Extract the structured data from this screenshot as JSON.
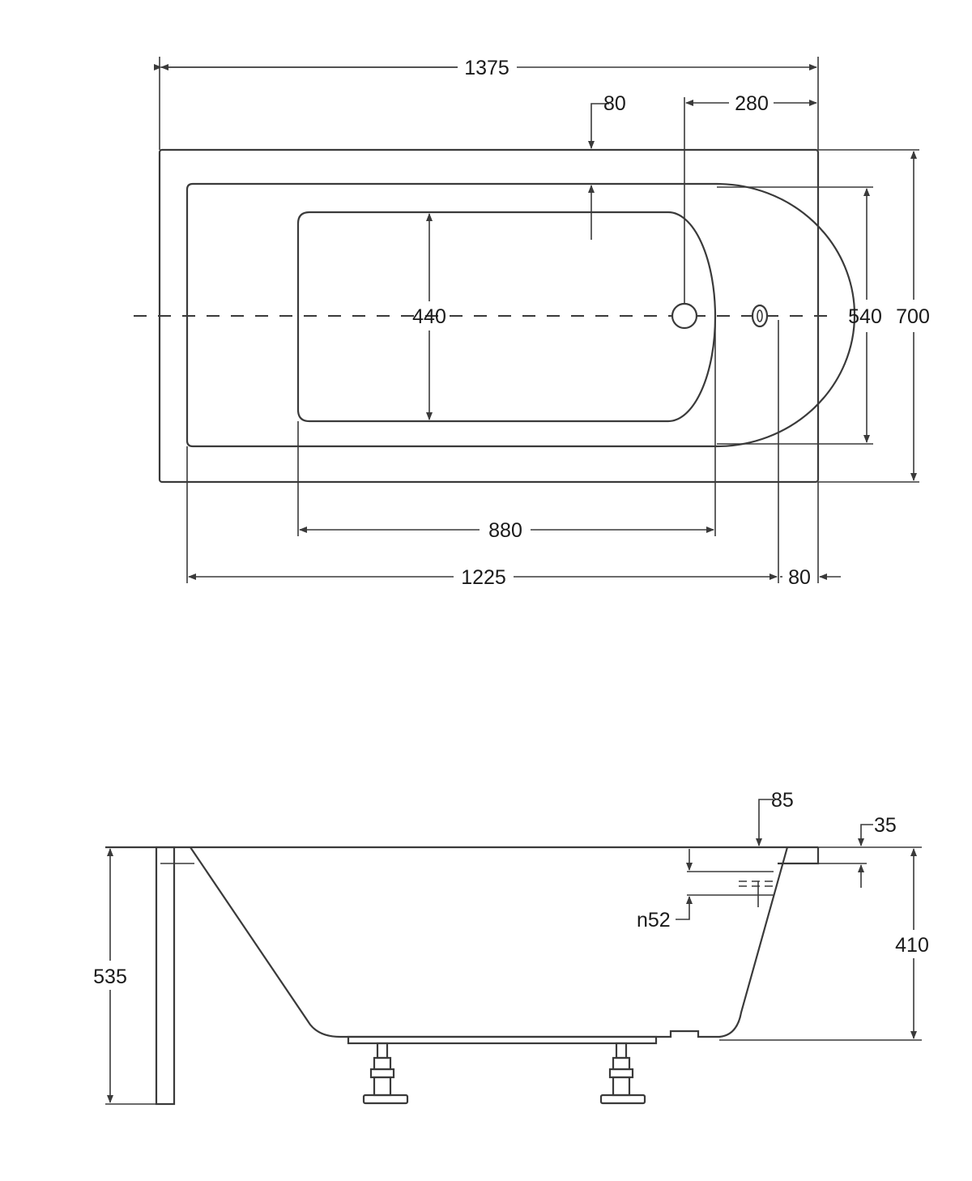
{
  "top_view": {
    "dimensions": {
      "overall_length": "1375",
      "rim_width": "80",
      "drain_offset": "280",
      "inner_width": "440",
      "bath_width": "540",
      "overall_width": "700",
      "bottom_length": "880",
      "interior_length": "1225",
      "end_rim": "80"
    }
  },
  "side_view": {
    "dimensions": {
      "rim_depth": "85",
      "rim_thickness": "35",
      "overflow_diameter": "n52",
      "depth": "410",
      "total_height": "535"
    }
  },
  "colors": {
    "line": "#3a3a3a",
    "background": "#ffffff"
  }
}
